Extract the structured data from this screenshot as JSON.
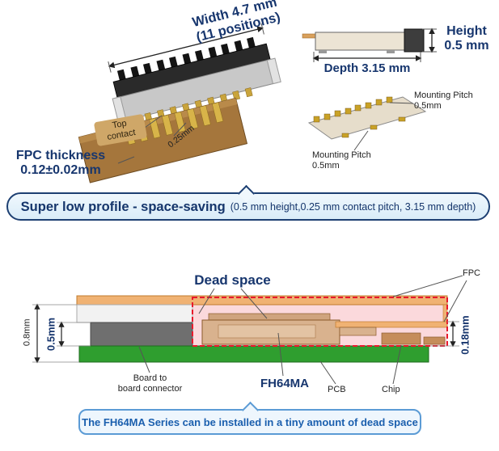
{
  "specs": {
    "width": "Width 4.7 mm\n(11 positions)",
    "height": "Height\n0.5 mm",
    "depth": "Depth 3.15 mm",
    "top_contact": "Top\ncontact",
    "contact_pitch": "0.25mm",
    "fpc_thickness": "FPC thickness\n0.12±0.02mm",
    "mounting_pitch_top": "Mounting Pitch\n0.5mm",
    "mounting_pitch_bottom": "Mounting Pitch\n0.5mm"
  },
  "banner_top": {
    "title": "Super low profile - space-saving",
    "subtitle": "(0.5 mm height,0.25 mm contact pitch, 3.15 mm depth)"
  },
  "cross_section": {
    "dead_space": "Dead space",
    "fpc": "FPC",
    "dim_left_outer": "0.8mm",
    "dim_left_inner": "0.5mm",
    "dim_right": "0.18mm",
    "board_to_board": "Board to\nboard connector",
    "product": "FH64MA",
    "pcb": "PCB",
    "chip": "Chip"
  },
  "banner_bottom": {
    "text": "The FH64MA Series can be installed in a tiny amount of dead space"
  },
  "colors": {
    "accent_navy": "#17366e",
    "banner_border": "#1d3f72",
    "pcb_green": "#2f9e2f",
    "dead_space_pink": "#fbd9dc",
    "dead_space_outline": "#e8192c",
    "fpc_tan": "#f0b273",
    "banner2_border": "#5b9bd5",
    "banner2_text": "#1b5fae"
  }
}
